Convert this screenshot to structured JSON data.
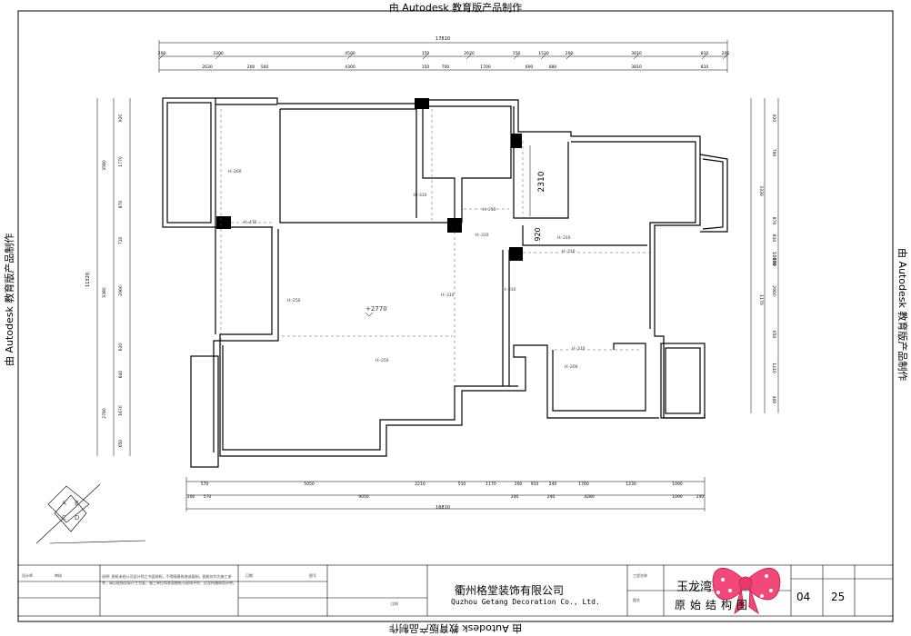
{
  "watermark": "由 Autodesk 教育版产品制作",
  "plan": {
    "dims_top_total": "17810",
    "dims_top_row1": [
      "200",
      "3300",
      "4500",
      "150",
      "2620",
      "150",
      "1520",
      "200",
      "3810",
      "810",
      "200"
    ],
    "dims_top_row2": [
      "2630",
      "200",
      "560",
      "4300",
      "150",
      "700",
      "1700",
      "600",
      "880",
      "3810",
      "810"
    ],
    "dims_bottom_row1": [
      "570",
      "5050",
      "2210",
      "510",
      "1170",
      "200",
      "910",
      "240",
      "1760",
      "1230",
      "1090"
    ],
    "dims_bottom_row2": [
      "200",
      "570",
      "9050",
      "200",
      "240",
      "4280",
      "1090",
      "240"
    ],
    "dims_bottom_total": "16810",
    "dims_left_total": "11320",
    "dims_left_row": [
      "920",
      "1770",
      "3580",
      "870",
      "710",
      "2960",
      "5380",
      "610",
      "640",
      "1670",
      "2780",
      "650"
    ],
    "dims_right_total": "10000",
    "dims_right_row": [
      "920",
      "790",
      "3330",
      "870",
      "810",
      "870",
      "2960",
      "1170",
      "650",
      "1410",
      "400"
    ],
    "elevations": [
      "H:-260",
      "H:-470",
      "H:-310",
      "H:-250",
      "H:-310",
      "H:-310",
      "H:-310",
      "H:-250",
      "H:-310",
      "H:-310",
      "H:-200",
      "H:-310",
      "H:-250"
    ],
    "floor_level": "+2770",
    "dim_2310": "2310",
    "dim_920": "920"
  },
  "title_block": {
    "company_cn": "衢州格堂装饰有限公司",
    "company_en": "Quzhou Getang Decoration Co., Ltd.",
    "project_name": "玉龙湾",
    "drawing_title": "原始结构图",
    "sheet_no": "04",
    "sheet_total": "25",
    "notes_label": "说明:",
    "notes": "图纸未经公司设计师之书面授权，不得随意修改或复制，图纸仅作为施工参考，请以现场实际尺寸为准，施工单位如发现图纸与现场不符，应及时通知设计师。",
    "fields": [
      "设计师",
      "审核",
      "日期",
      "图号",
      "比例",
      "工程名称",
      "图名"
    ]
  }
}
